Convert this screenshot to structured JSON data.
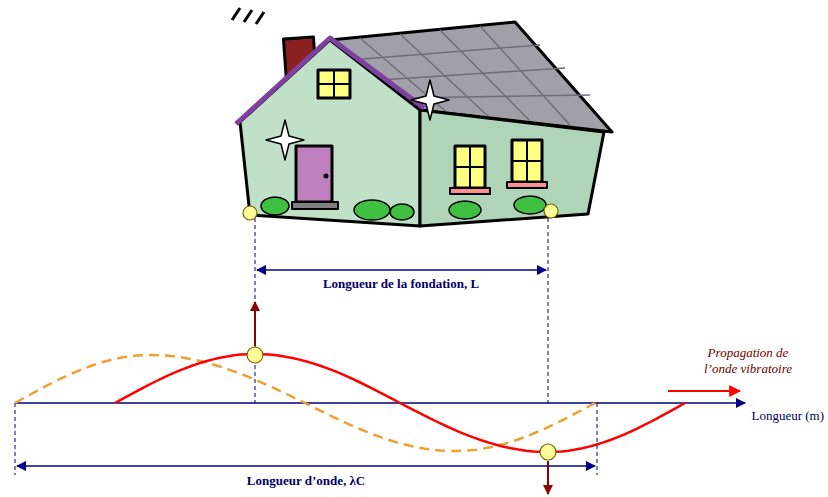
{
  "diagram": {
    "labels": [
      "Longueur de la fondation, L",
      "Propagation de l’onde vibratoire",
      "Longueur (m)",
      "Longueur d’onde, λC"
    ]
  }
}
